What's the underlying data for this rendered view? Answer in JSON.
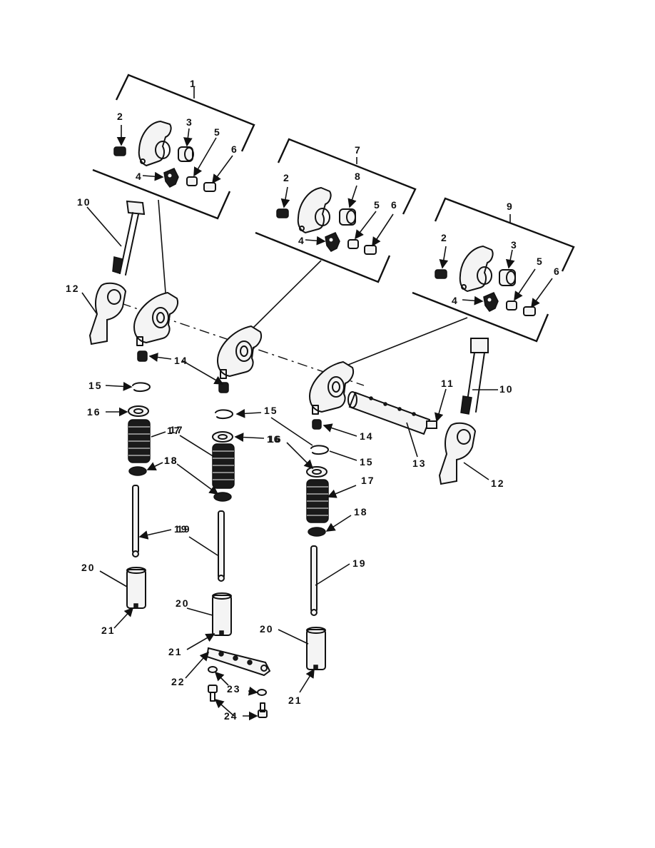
{
  "callouts": {
    "c1": "1",
    "c2a": "2",
    "c3a": "3",
    "c4a": "4",
    "c5a": "5",
    "c6a": "6",
    "c7": "7",
    "c2b": "2",
    "c8": "8",
    "c4b": "4",
    "c5b": "5",
    "c6b": "6",
    "c9": "9",
    "c2c": "2",
    "c3c": "3",
    "c4c": "4",
    "c5c": "5",
    "c6c": "6",
    "c10a": "10",
    "c12a": "12",
    "c14a": "14",
    "c15a": "15",
    "c16a": "16",
    "c17a": "17",
    "c18a": "18",
    "c19a": "19",
    "c20a": "20",
    "c21a": "21",
    "c15b": "15",
    "c16b": "16",
    "c17b": "17",
    "c18b": "18",
    "c19b": "19",
    "c20b": "20",
    "c21b": "21",
    "c22": "22",
    "c23": "23",
    "c24": "24",
    "c11": "11",
    "c10b": "10",
    "c14b": "14",
    "c15c": "15",
    "c13": "13",
    "c12b": "12",
    "c16c": "16",
    "c17c": "17",
    "c18c": "18",
    "c19c": "19",
    "c20c": "20",
    "c21c": "21"
  }
}
